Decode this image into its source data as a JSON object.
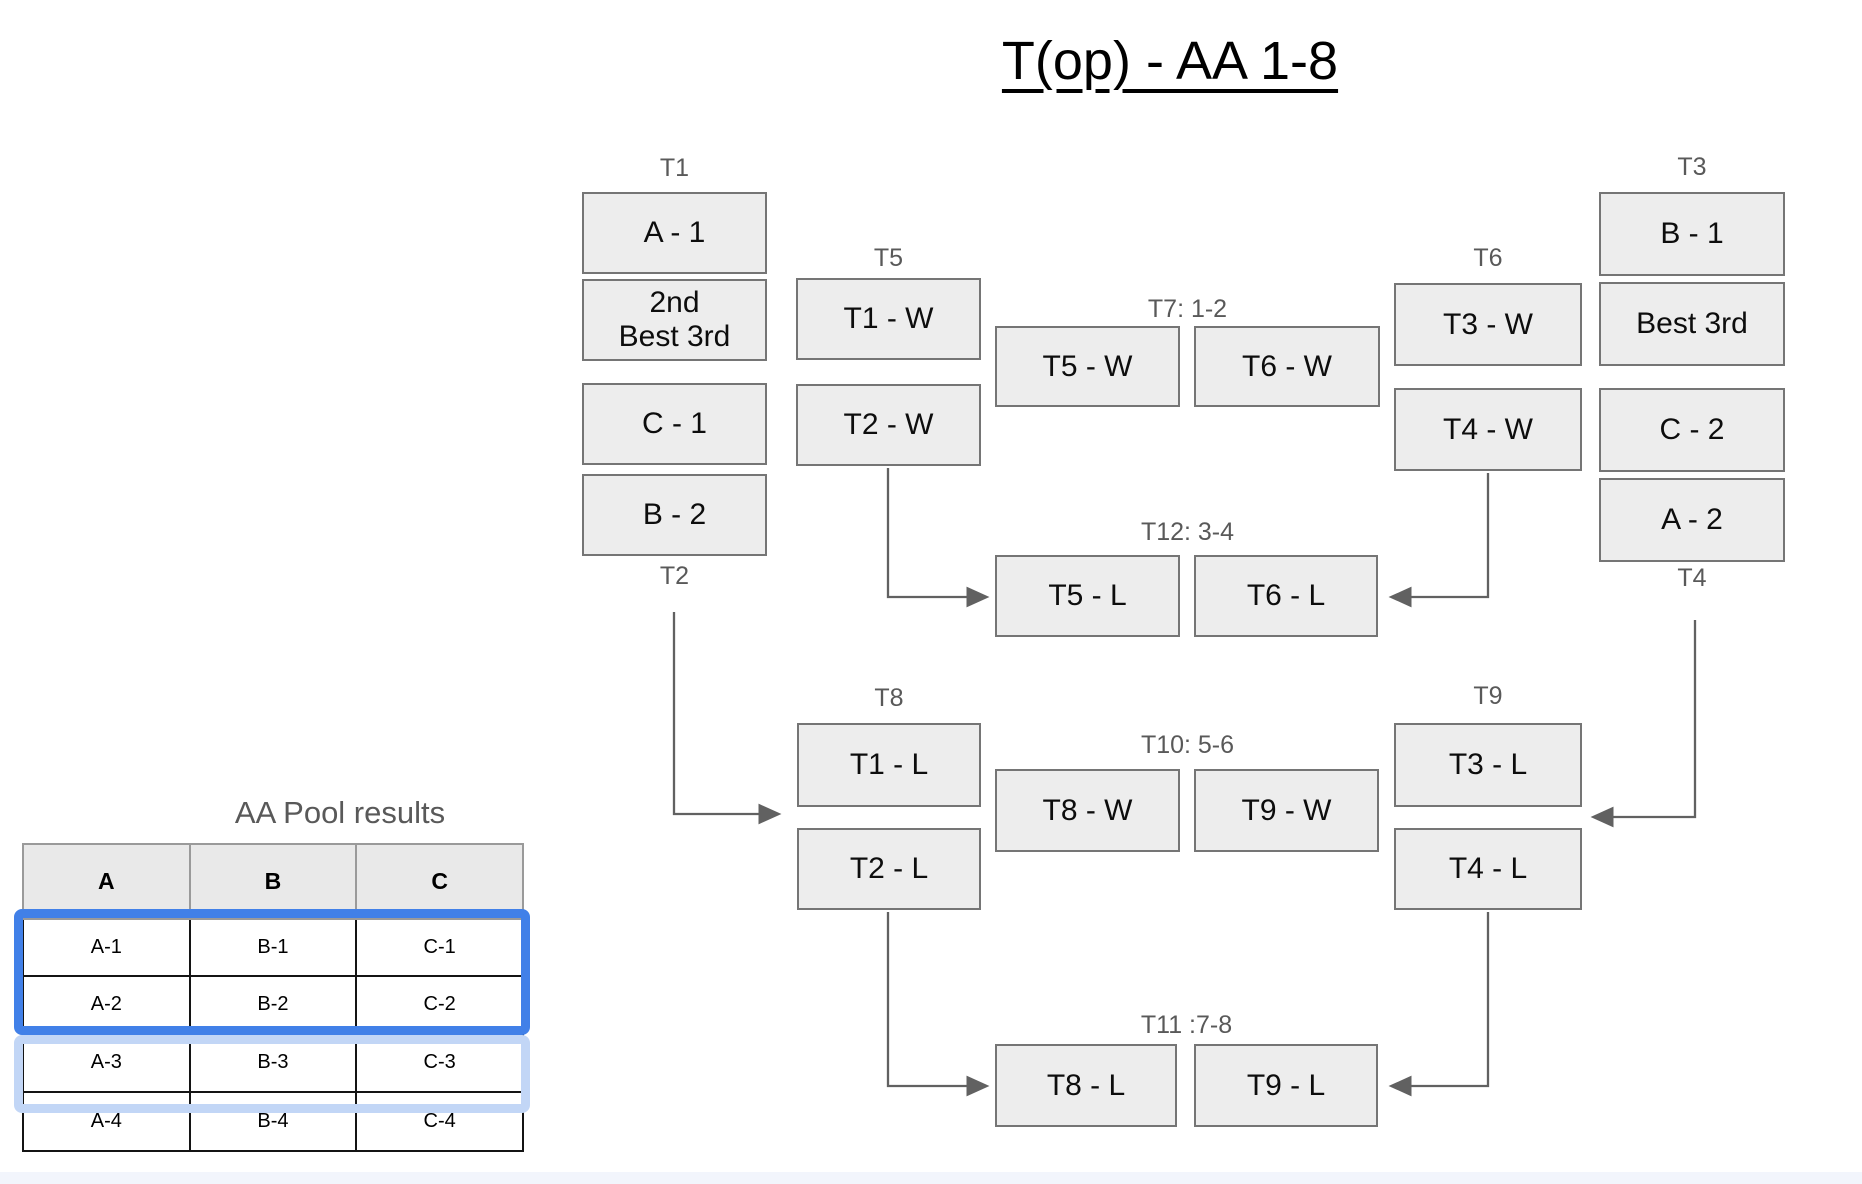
{
  "title": "T(op) - AA 1-8",
  "bracket": {
    "pools": {
      "left": {
        "top_label": "T1",
        "bottom_label": "T2",
        "seeds": [
          {
            "text": "A - 1"
          },
          {
            "line1": "2nd",
            "line2": "Best 3rd"
          },
          {
            "text": "C - 1"
          },
          {
            "text": "B - 2"
          }
        ]
      },
      "right": {
        "top_label": "T3",
        "bottom_label": "T4",
        "seeds": [
          {
            "text": "B - 1"
          },
          {
            "text": "Best 3rd"
          },
          {
            "text": "C - 2"
          },
          {
            "text": "A - 2"
          }
        ]
      }
    },
    "matches": {
      "t5": {
        "label": "T5",
        "slots": [
          "T1 - W",
          "T2 - W"
        ]
      },
      "t6": {
        "label": "T6",
        "slots": [
          "T3 - W",
          "T4 - W"
        ]
      },
      "t7": {
        "label": "T7: 1-2",
        "slots": [
          "T5 - W",
          "T6 - W"
        ]
      },
      "t12": {
        "label": "T12: 3-4",
        "slots": [
          "T5 - L",
          "T6 - L"
        ]
      },
      "t8": {
        "label": "T8",
        "slots": [
          "T1 - L",
          "T2 - L"
        ]
      },
      "t9": {
        "label": "T9",
        "slots": [
          "T3 - L",
          "T4 - L"
        ]
      },
      "t10": {
        "label": "T10: 5-6",
        "slots": [
          "T8 - W",
          "T9 - W"
        ]
      },
      "t11": {
        "label": "T11 :7-8",
        "slots": [
          "T8 - L",
          "T9 - L"
        ]
      }
    }
  },
  "pool_table": {
    "title": "AA Pool results",
    "headers": [
      "A",
      "B",
      "C"
    ],
    "rows": [
      [
        "A-1",
        "B-1",
        "C-1"
      ],
      [
        "A-2",
        "B-2",
        "C-2"
      ],
      [
        "A-3",
        "B-3",
        "C-3"
      ],
      [
        "A-4",
        "B-4",
        "C-4"
      ]
    ]
  },
  "colors": {
    "box_fill": "#ededed",
    "box_border": "#757575",
    "label_gray": "#595959",
    "connector": "#616161",
    "highlight_blue": "#4180e8",
    "highlight_light_blue": "#c2d6f6",
    "footer_strip": "#f2f5fc"
  }
}
